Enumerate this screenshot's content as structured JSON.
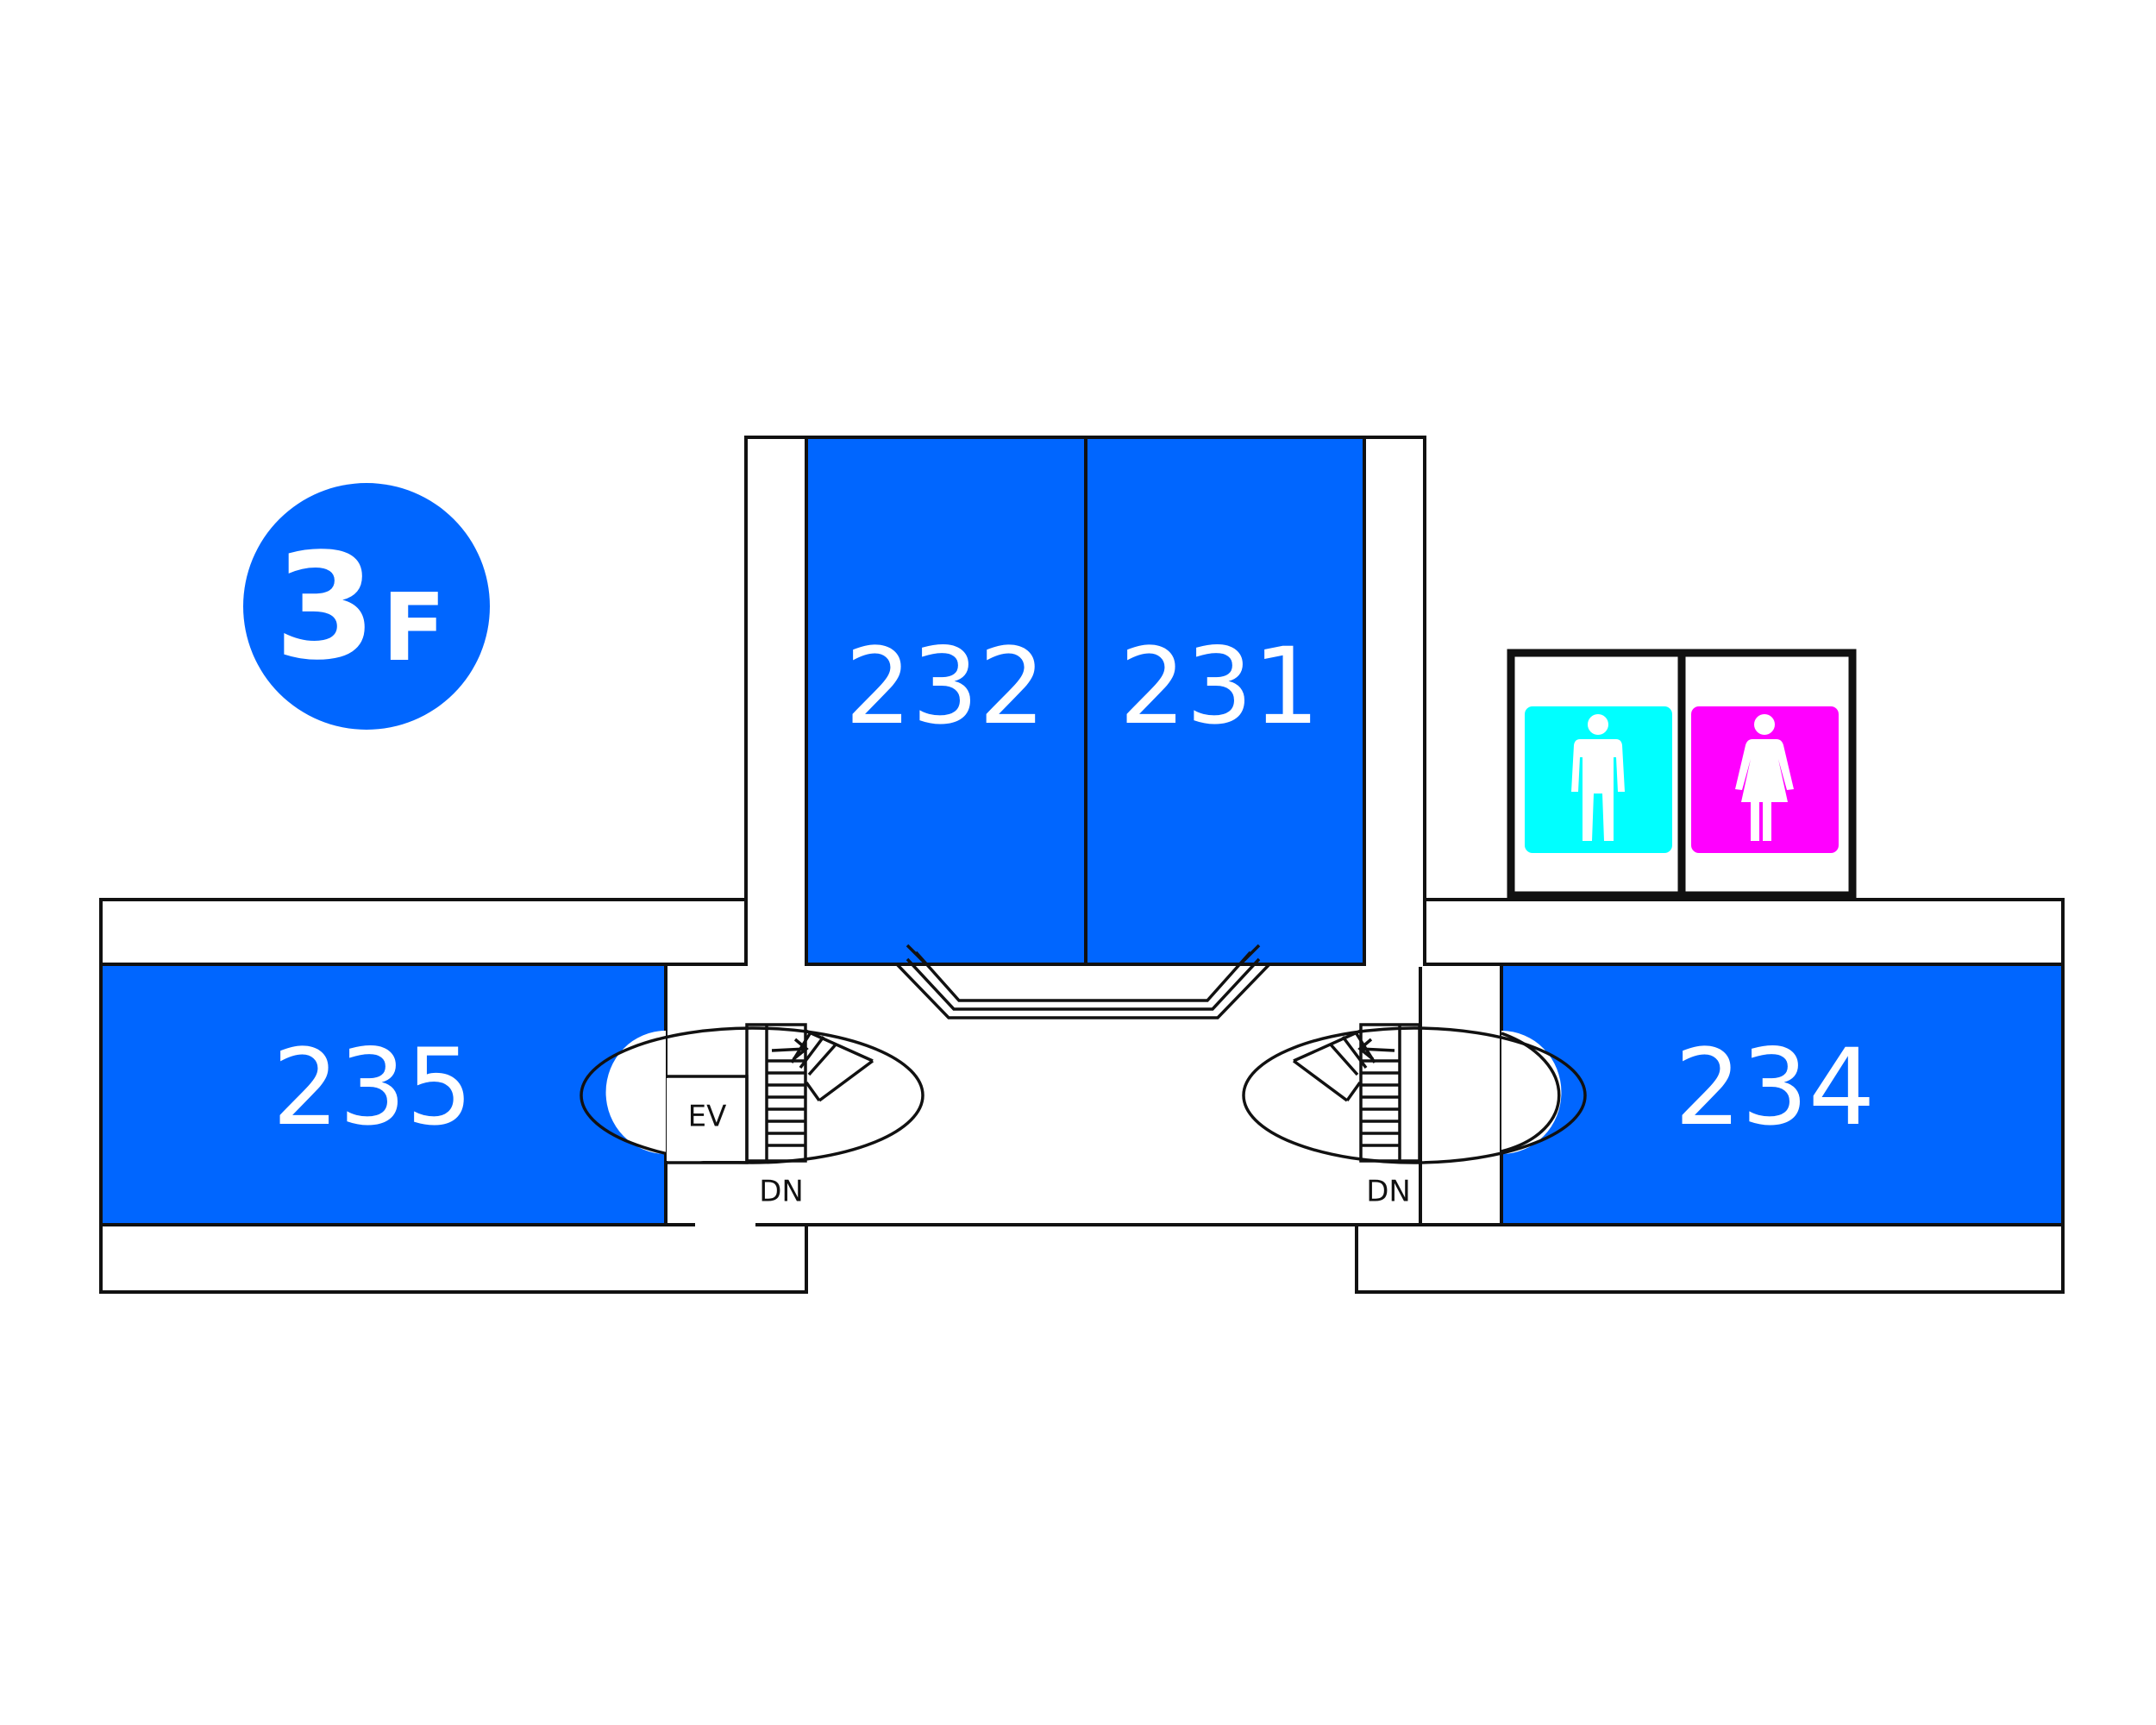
{
  "floor_badge": {
    "number": "3",
    "letter": "F"
  },
  "rooms": {
    "r232": "232",
    "r231": "231",
    "r235": "235",
    "r234": "234"
  },
  "labels": {
    "elevator": "EV",
    "stairs_left_down": "DN",
    "stairs_right_down": "DN"
  },
  "restrooms": {
    "men": "men-restroom-icon",
    "women": "women-restroom-icon"
  },
  "colors": {
    "room_fill": "#0066ff",
    "badge": "#0066ff",
    "men_restroom": "#00ffff",
    "women_restroom": "#ff00ff",
    "wall": "#111111"
  }
}
